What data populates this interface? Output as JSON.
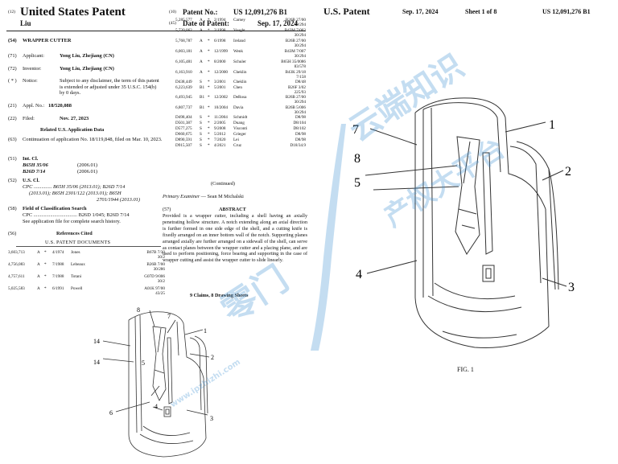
{
  "header": {
    "code12": "(12)",
    "patent_type": "United States Patent",
    "inventor_surname": "Liu",
    "code10": "(10)",
    "patent_no_label": "Patent No.:",
    "patent_no": "US 12,091,276 B1",
    "code45": "(45)",
    "date_label": "Date of Patent:",
    "date": "Sep. 17, 2024"
  },
  "fields": [
    {
      "code": "(54)",
      "label": "WRAPPER CUTTER",
      "value": ""
    },
    {
      "code": "(71)",
      "label": "Applicant:",
      "value": "Yong Liu, Zhejiang (CN)"
    },
    {
      "code": "(72)",
      "label": "Inventor:",
      "value": "Yong Liu, Zhejiang (CN)"
    },
    {
      "code": "( * )",
      "label": "Notice:",
      "value": "Subject to any disclaimer, the term of this patent is extended or adjusted under 35 U.S.C. 154(b) by 0 days."
    },
    {
      "code": "(21)",
      "label": "Appl. No.:",
      "value": "18/520,088"
    },
    {
      "code": "(22)",
      "label": "Filed:",
      "value": "Nov. 27, 2023"
    }
  ],
  "related": {
    "heading": "Related U.S. Application Data",
    "code": "(63)",
    "text": "Continuation of application No. 18/119,848, filed on Mar. 10, 2023."
  },
  "intcl": {
    "code": "(51)",
    "label": "Int. Cl.",
    "rows": [
      {
        "cls": "B65H 35/06",
        "date": "(2006.01)"
      },
      {
        "cls": "B26D 7/14",
        "date": "(2006.01)"
      }
    ]
  },
  "uscl": {
    "code": "(52)",
    "label": "U.S. Cl.",
    "line1": "CPC .............. B65H 35/06 (2013.01); B26D 7/14",
    "line2": "(2013.01); B65H 2301/122 (2013.01); B65H",
    "line3": "2701/1944 (2013.01)"
  },
  "field_search": {
    "code": "(58)",
    "label": "Field of Classification Search",
    "line1": "CPC .................................. B26D 1/045; B26D 7/14",
    "line2": "See application file for complete search history."
  },
  "references": {
    "code": "(56)",
    "heading": "References Cited",
    "subheading": "U.S. PATENT DOCUMENTS",
    "left": [
      {
        "no": "3,603,713",
        "mark": "A",
        "star": "*",
        "date": "4/1974",
        "name": "Jones",
        "cls": "B67B 7/30",
        "cls2": "30/2"
      },
      {
        "no": "4,756,083",
        "mark": "A",
        "star": "*",
        "date": "7/1988",
        "name": "Lebeaux",
        "cls": "B26B 7/00",
        "cls2": "30/286"
      },
      {
        "no": "4,757,611",
        "mark": "A",
        "star": "*",
        "date": "7/1988",
        "name": "Totani",
        "cls": "G07D 9/006",
        "cls2": "30/2"
      },
      {
        "no": "5,025,583",
        "mark": "A",
        "star": "*",
        "date": "6/1991",
        "name": "Powell",
        "cls": "A01K 97/00",
        "cls2": "43/25"
      }
    ],
    "right": [
      {
        "no": "5,285,577",
        "mark": "A",
        "star": "*",
        "date": "2/1994",
        "name": "Carney",
        "cls": "B26B 27/00",
        "cls2": "30/294"
      },
      {
        "no": "5,720,062",
        "mark": "A",
        "star": "*",
        "date": "2/1998",
        "name": "Vaught",
        "cls": "B43M 7/002",
        "cls2": "30/294"
      },
      {
        "no": "5,768,787",
        "mark": "A",
        "star": "*",
        "date": "6/1998",
        "name": "Ireland",
        "cls": "B26B 27/00",
        "cls2": "30/294"
      },
      {
        "no": "6,003,181",
        "mark": "A",
        "star": "*",
        "date": "12/1999",
        "name": "Wenk",
        "cls": "B43M 7/007",
        "cls2": "30/294"
      },
      {
        "no": "6,105,481",
        "mark": "A",
        "star": "*",
        "date": "8/2000",
        "name": "Schuler",
        "cls": "B65H 35/0086",
        "cls2": "83/578"
      },
      {
        "no": "6,163,910",
        "mark": "A",
        "star": "*",
        "date": "12/2000",
        "name": "Cheklin",
        "cls": "B43K 29/18",
        "cls2": "7/158"
      },
      {
        "no": "D438,449",
        "mark": "S",
        "star": "*",
        "date": "3/2001",
        "name": "Cheklin",
        "cls": "D8/48",
        "cls2": ""
      },
      {
        "no": "6,223,639",
        "mark": "B1",
        "star": "*",
        "date": "5/2001",
        "name": "Chen",
        "cls": "B26F 3/02",
        "cls2": "225/93"
      },
      {
        "no": "6,493,945",
        "mark": "B1",
        "star": "*",
        "date": "12/2002",
        "name": "DeRosa",
        "cls": "B26B 27/00",
        "cls2": "30/294"
      },
      {
        "no": "6,807,737",
        "mark": "B1",
        "star": "*",
        "date": "10/2004",
        "name": "Davia",
        "cls": "B26B 5/006",
        "cls2": "30/294"
      },
      {
        "no": "D498,404",
        "mark": "S",
        "star": "*",
        "date": "11/2004",
        "name": "Schmidt",
        "cls": "D8/98",
        "cls2": ""
      },
      {
        "no": "D501,387",
        "mark": "S",
        "star": "*",
        "date": "2/2005",
        "name": "Duang",
        "cls": "D8/104",
        "cls2": ""
      },
      {
        "no": "D577,275",
        "mark": "S",
        "star": "*",
        "date": "9/2008",
        "name": "Visconti",
        "cls": "D8/102",
        "cls2": ""
      },
      {
        "no": "D660,675",
        "mark": "S",
        "star": "*",
        "date": "5/2012",
        "name": "Grieger",
        "cls": "D8/98",
        "cls2": ""
      },
      {
        "no": "D890,591",
        "mark": "S",
        "star": "*",
        "date": "7/2020",
        "name": "Lei",
        "cls": "D8/98",
        "cls2": ""
      },
      {
        "no": "D915,507",
        "mark": "S",
        "star": "*",
        "date": "4/2021",
        "name": "Cruz",
        "cls": "D18/34.9",
        "cls2": ""
      }
    ],
    "continued": "(Continued)"
  },
  "examiner": {
    "label": "Primary Examiner",
    "name": "— Sean M Michalski"
  },
  "abstract": {
    "code": "(57)",
    "heading": "ABSTRACT",
    "text": "Provided is a wrapper cutter, including a shell having an axially penetrating hollow structure. A notch extending along an axial direction is further formed in one side edge of the shell, and a cutting knife is fixedly arranged on an inner bottom wall of the notch. Supporting planes arranged axially are further arranged on a sidewall of the shell, can serve as contact planes between the wrapper cutter and a placing plane, and are used to perform positioning, force bearing and supporting in the case of wrapper cutting and assist the wrapper cutter to slide linearly."
  },
  "claims_line": "9 Claims, 8 Drawing Sheets",
  "sheet_header": {
    "left": "U.S. Patent",
    "date": "Sep. 17, 2024",
    "sheet": "Sheet 1 of 8",
    "patent_no": "US 12,091,276 B1"
  },
  "fig_caption": "FIG. 1",
  "front_labels": {
    "l1": "1",
    "l2": "2",
    "l3": "3",
    "l4": "4",
    "l5": "5",
    "l6": "6",
    "l7": "7",
    "l8": "8",
    "l14a": "14",
    "l14b": "14"
  },
  "fig1_labels": {
    "l1": "1",
    "l2": "2",
    "l3": "3",
    "l4": "4",
    "l5": "5",
    "l7": "7",
    "l8": "8"
  },
  "watermark": {
    "line1": "云端知识",
    "line2": "产权大平台",
    "left_text": "零门",
    "url": "www.ipzhizhi.com"
  }
}
